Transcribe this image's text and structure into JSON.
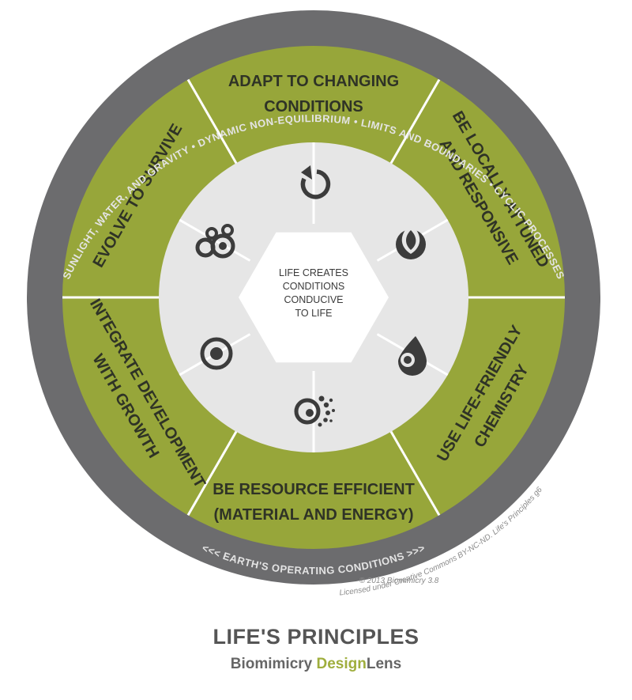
{
  "diagram": {
    "center": [
      "LIFE CREATES",
      "CONDITIONS",
      "CONDUCIVE",
      "TO LIFE"
    ],
    "principles": [
      {
        "lines": [
          "ADAPT TO CHANGING",
          "CONDITIONS"
        ],
        "icon": "refresh-arrow-icon"
      },
      {
        "lines": [
          "BE LOCALLY ATTUNED",
          "AND RESPONSIVE"
        ],
        "icon": "flame-leaf-icon"
      },
      {
        "lines": [
          "USE LIFE-FRIENDLY",
          "CHEMISTRY"
        ],
        "icon": "water-drop-icon"
      },
      {
        "lines": [
          "BE RESOURCE EFFICIENT",
          "(MATERIAL AND ENERGY)"
        ],
        "icon": "spiral-dots-icon"
      },
      {
        "lines": [
          "INTEGRATE DEVELOPMENT",
          "WITH GROWTH"
        ],
        "icon": "target-circle-icon"
      },
      {
        "lines": [
          "EVOLVE TO SURVIVE"
        ],
        "icon": "bubbles-icon"
      }
    ],
    "outer_ring": {
      "top": [
        "SUNLIGHT, WATER, AND GRAVITY",
        "DYNAMIC NON-EQUILIBRIUM",
        "LIMITS AND BOUNDARIES",
        "CYCLIC PROCESSES"
      ],
      "bottom": "<<<  EARTH'S OPERATING  CONDITIONS  >>>"
    },
    "license": "Licensed under Creative Commons BY-NC-ND. Life's Principles g6",
    "copyright": "© 2013 Biomimicry 3.8"
  },
  "title": "LIFE'S PRINCIPLES",
  "subtitle": {
    "part1": "Biomimicry ",
    "part2": "Design",
    "part3": "Lens"
  },
  "colors": {
    "ring": "#6c6c6e",
    "green": "#97a63a",
    "inner": "#e6e6e6",
    "center": "#ffffff",
    "dot": "#bcbcbc"
  }
}
